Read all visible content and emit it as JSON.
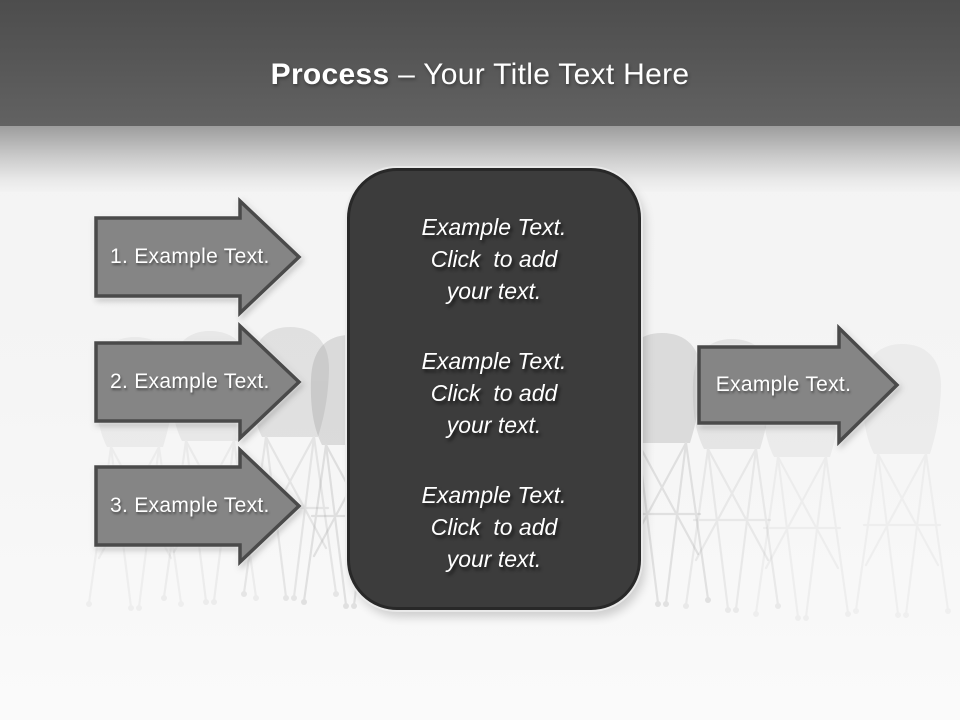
{
  "slide": {
    "header": {
      "title_bold": "Process",
      "title_rest": " – Your Title Text Here"
    },
    "left_arrows": [
      {
        "label": "1. Example Text."
      },
      {
        "label": "2. Example Text."
      },
      {
        "label": "3. Example Text."
      }
    ],
    "center_box": {
      "blocks": [
        {
          "line1": "Example Text.",
          "line2": "Click  to add",
          "line3": "your text."
        },
        {
          "line1": "Example Text.",
          "line2": "Click  to add",
          "line3": "your text."
        },
        {
          "line1": "Example Text.",
          "line2": "Click  to add",
          "line3": "your text."
        }
      ]
    },
    "right_arrow": {
      "label": "Example Text."
    },
    "background": {
      "image": "ghosted-meeting-room-chairs-photo"
    },
    "colors": {
      "header_dark_top": "#4d4d4d",
      "header_dark_bottom": "#626262",
      "header_fade": "#9d9d9d",
      "arrow_fill": "#858585",
      "arrow_border": "#4a4a4a",
      "panel_fill": "#3c3c3c",
      "panel_border": "#282828",
      "text": "#ffffff",
      "page_background": "#f5f5f5"
    }
  }
}
